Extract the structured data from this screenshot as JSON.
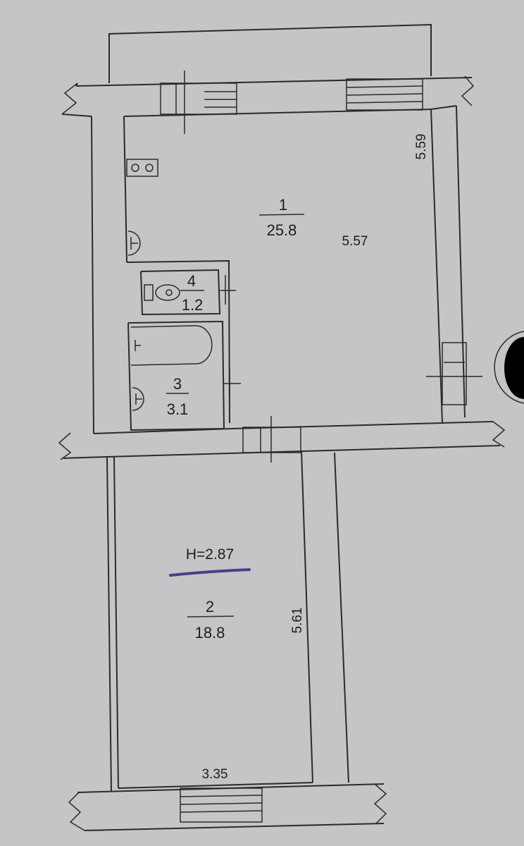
{
  "rooms": [
    {
      "number": "1",
      "area": "25.8"
    },
    {
      "number": "2",
      "area": "18.8"
    },
    {
      "number": "3",
      "area": "3.1"
    },
    {
      "number": "4",
      "area": "1.2"
    }
  ],
  "dimensions": {
    "room1_width": "5.57",
    "room1_length": "5.59",
    "room2_length": "5.61",
    "room2_width": "3.35"
  },
  "ceiling_height": "H=2.87",
  "colors": {
    "paper": "#c4c5c7",
    "line": "#2b2b2b",
    "underline": "#4b3f8a",
    "redacted": "#000000"
  }
}
